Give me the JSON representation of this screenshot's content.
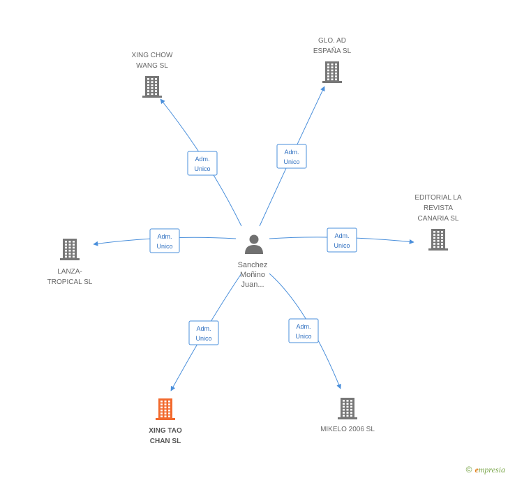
{
  "center": {
    "lines": [
      "Sanchez",
      "Moñino",
      "Juan..."
    ],
    "icon": "person-icon"
  },
  "companies": [
    {
      "id": "xing-chow-wang-sl",
      "lines": [
        "XING CHOW",
        "WANG SL"
      ],
      "icon": "building-icon",
      "color": "#777777"
    },
    {
      "id": "glo-ad-espana-sl",
      "lines": [
        "GLO.  AD",
        "ESPAÑA SL"
      ],
      "icon": "building-icon",
      "color": "#777777"
    },
    {
      "id": "editorial-la-revista-canaria-sl",
      "lines": [
        "EDITORIAL LA",
        "REVISTA",
        "CANARIA SL"
      ],
      "icon": "building-icon",
      "color": "#777777"
    },
    {
      "id": "lanza-tropical-sl",
      "lines": [
        "LANZA-",
        "TROPICAL  SL"
      ],
      "icon": "building-icon",
      "color": "#777777"
    },
    {
      "id": "xing-tao-chan-sl",
      "lines": [
        "XING TAO",
        "CHAN SL"
      ],
      "icon": "building-icon",
      "color": "#f26a2e",
      "highlight": true
    },
    {
      "id": "mikelo-2006-sl",
      "lines": [
        "MIKELO 2006 SL"
      ],
      "icon": "building-icon",
      "color": "#777777"
    }
  ],
  "edge_label": [
    "Adm.",
    "Unico"
  ],
  "footer": {
    "copyright": "©",
    "brand_first": "e",
    "brand_rest": "mpresia"
  },
  "colors": {
    "edge": "#4a8fdb",
    "edge_text": "#2e6fc0",
    "node": "#777777",
    "highlight": "#f26a2e"
  }
}
